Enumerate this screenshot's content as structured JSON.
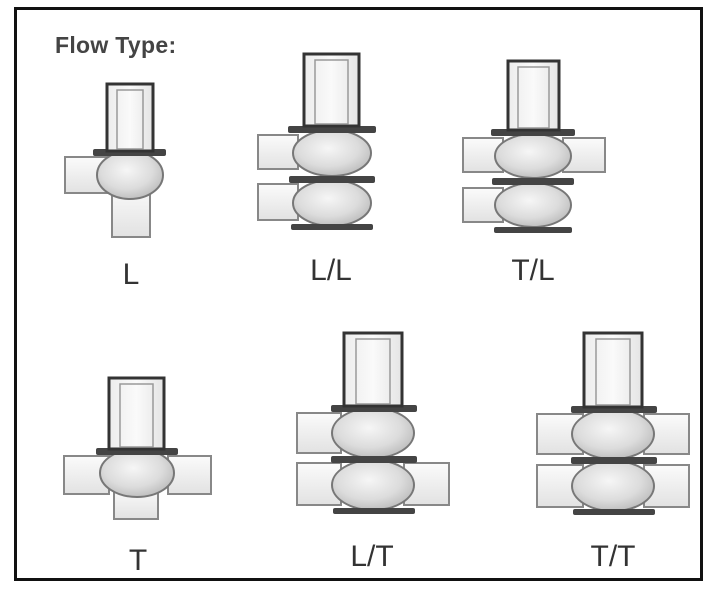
{
  "title": "Flow Type:",
  "colors": {
    "pipe_fill": "#f1f1f1",
    "pipe_stroke": "#888888",
    "ball_light": "#f6f6f6",
    "ball_dark": "#b9b9b9",
    "flange": "#444444",
    "stem_fill": "#f2f2f2",
    "stem_stroke": "#333333"
  },
  "valves": [
    {
      "name": "valve-L",
      "label": "L"
    },
    {
      "name": "valve-LL",
      "label": "L/L"
    },
    {
      "name": "valve-TL",
      "label": "T/L"
    },
    {
      "name": "valve-T",
      "label": "T"
    },
    {
      "name": "valve-LT",
      "label": "L/T"
    },
    {
      "name": "valve-TT",
      "label": "T/T"
    }
  ]
}
